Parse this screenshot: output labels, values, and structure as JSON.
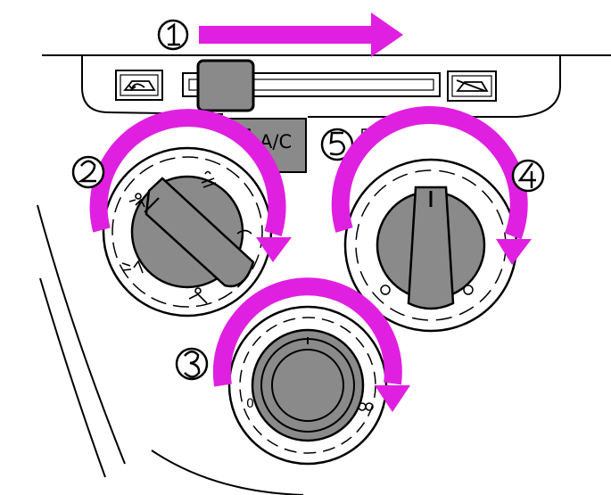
{
  "callouts": {
    "c1": "①",
    "c2": "②",
    "c3": "③",
    "c4": "④",
    "c5": "⑤"
  },
  "ac_button": {
    "label": "A/C"
  },
  "fan_dial": {
    "min_label": "0"
  },
  "icons": {
    "recirculation": "recirculation-icon",
    "fresh_air": "fresh-air-icon",
    "windshield_defrost": "windshield-defrost-icon",
    "face_vent": "face-vent-icon",
    "face_feet_vent": "face-feet-vent-icon",
    "feet_vent": "feet-vent-icon",
    "max_fan": "max-fan-icon"
  },
  "colors": {
    "arrow": "#e020e0",
    "knob": "#8a8a8a",
    "outline": "#000000"
  }
}
